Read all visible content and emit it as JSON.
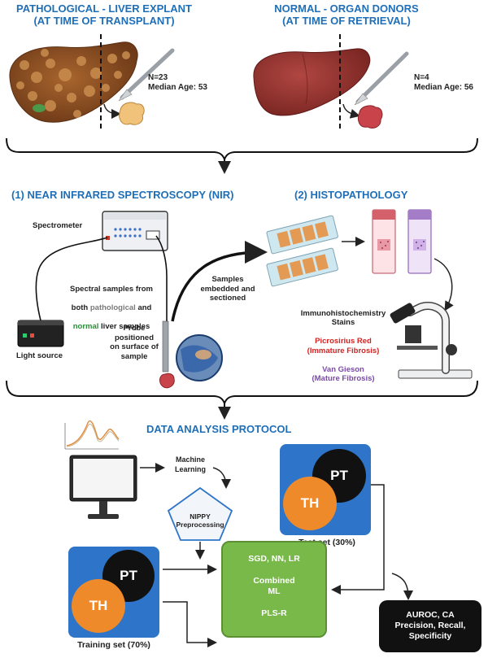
{
  "top": {
    "pathological_header": "PATHOLOGICAL - LIVER EXPLANT\n(AT TIME OF TRANSPLANT)",
    "normal_header": "NORMAL - ORGAN DONORS\n(AT TIME OF RETRIEVAL)",
    "pathological_stats": "N=23\nMedian Age: 53",
    "normal_stats": "N=4\nMedian Age: 56"
  },
  "middle": {
    "nir_header": "(1) NEAR INFRARED SPECTROSCOPY (NIR)",
    "histo_header": "(2) HISTOPATHOLOGY",
    "spectrometer": "Spectrometer",
    "spectral_line1": "Spectral samples from",
    "spectral_both": "both ",
    "spectral_pathological": "pathological",
    "spectral_and": " and",
    "spectral_normal": "normal",
    "spectral_rest": " liver samples",
    "light_source": "Light source",
    "probe": "Probe\npositioned\non surface of\nsample",
    "samples_embedded": "Samples\nembedded and\nsectioned",
    "ihc_title": "Immunohistochemistry\nStains",
    "picro": "Picrosirius Red\n(Immature Fibrosis)",
    "vangieson": "Van Gieson\n(Mature Fibrosis)"
  },
  "bottom": {
    "dap_header": "DATA ANALYSIS PROTOCOL",
    "machine_learning": "Machine\nLearning",
    "nippy": "NIPPY\nPreprocessing",
    "test_set": "Test  set (30%)",
    "training_set": "Training set (70%)",
    "pt": "PT",
    "th": "TH",
    "ml_models": "SGD, NN, LR",
    "combined_ml": "Combined\nML",
    "plsr": "PLS-R",
    "metrics": "AUROC, CA\nPrecision, Recall,\nSpecificity"
  },
  "colors": {
    "header_blue": "#1f6fb8",
    "pathological": "#7a7a7a",
    "normal": "#2e8b3a",
    "picro_red": "#d32222",
    "vangieson_purple": "#7a4aa8",
    "box_blue": "#2e75c9",
    "th_orange": "#ef8a2a",
    "ml_green": "#78b94a"
  }
}
